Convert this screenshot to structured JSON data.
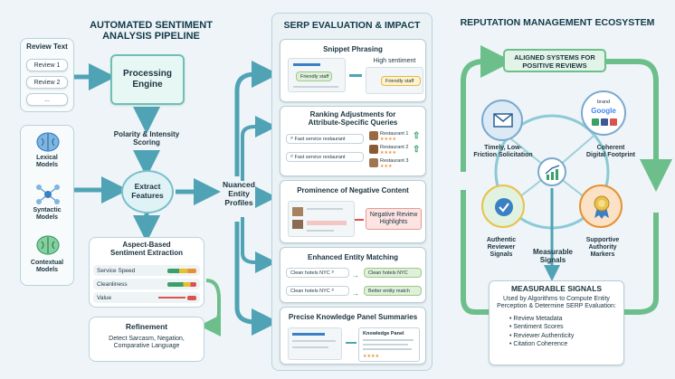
{
  "pipeline": {
    "title": "AUTOMATED SENTIMENT\nANALYSIS PIPELINE",
    "review_text_title": "Review Text",
    "review_1": "Review 1",
    "review_2": "Review 2",
    "review_more": "...",
    "lexical": "Lexical\nModels",
    "syntactic": "Syntactic\nModels",
    "contextual": "Contextual\nModels",
    "processing_engine": "Processing\nEngine",
    "polarity": "Polarity & Intensity\nScoring",
    "extract_features": "Extract\nFeatures",
    "absa_title": "Aspect-Based\nSentiment Extraction",
    "aspects": [
      "Service Speed",
      "Cleanliness",
      "Value"
    ],
    "refinement_title": "Refinement",
    "refinement_text": "Detect Sarcasm, Negation,\nComparative Language",
    "nuanced": "Nuanced\nEntity\nProfiles"
  },
  "serp": {
    "title": "SERP EVALUATION & IMPACT",
    "snippet_title": "Snippet Phrasing",
    "high_sentiment": "High sentiment",
    "friendly_staff": "Friendly staff",
    "ranking_title": "Ranking Adjustments for\nAttribute-Specific Queries",
    "fast_service": "Fast service restaurant",
    "restaurant_1": "Restaurant 1",
    "restaurant_2": "Restaurant 2",
    "restaurant_3": "Restaurant 3",
    "prominence_title": "Prominence of Negative Content",
    "negative_highlights": "Negative Review\nHighlights",
    "matching_title": "Enhanced Entity Matching",
    "clean_hotels": "Clean hotels NYC",
    "better_match": "Better entity match",
    "knowledge_title": "Precise Knowledge Panel Summaries",
    "knowledge_panel": "Knowledge Panel"
  },
  "ecosystem": {
    "title": "REPUTATION MANAGEMENT ECOSYSTEM",
    "aligned": "ALIGNED SYSTEMS FOR\nPOSITIVE REVIEWS",
    "brand": "brand",
    "google": "Google",
    "timely": "Timely, Low-\nFriction Solicitation",
    "coherent": "Coherent\nDigital Footprint",
    "authentic": "Authentic\nReviewer\nSignals",
    "measurable": "Measurable\nSignals",
    "supportive": "Supportive\nAuthority\nMarkers",
    "signals_title": "MEASURABLE SIGNALS",
    "signals_desc": "Used by Algorithms to Compute Entity\nPerception & Determine SERP Evaluation:",
    "signals_list": [
      "• Review Metadata",
      "• Sentiment Scores",
      "• Reviewer Authenticity",
      "• Citation Coherence"
    ]
  },
  "colors": {
    "teal": "#2f8f9c",
    "green": "#3aa06a",
    "orange": "#e69233",
    "red": "#d9534f",
    "blue": "#3b7fc4"
  }
}
